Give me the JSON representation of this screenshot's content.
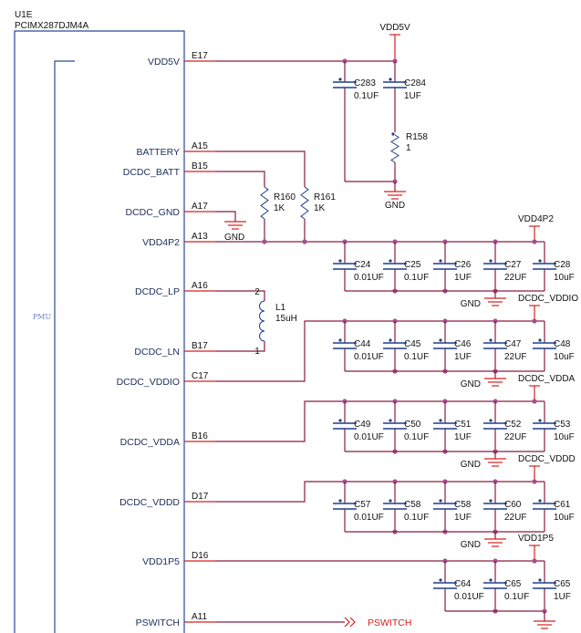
{
  "part": {
    "ref": "U1E",
    "name": "PCIMX287DJM4A",
    "section_label": "PMU"
  },
  "pins": [
    {
      "name": "VDD5V",
      "number": "E17"
    },
    {
      "name": "BATTERY",
      "number": "A15"
    },
    {
      "name": "DCDC_BATT",
      "number": "B15"
    },
    {
      "name": "DCDC_GND",
      "number": "A17"
    },
    {
      "name": "VDD4P2",
      "number": "A13"
    },
    {
      "name": "DCDC_LP",
      "number": "A16"
    },
    {
      "name": "DCDC_LN",
      "number": "B17"
    },
    {
      "name": "DCDC_VDDIO",
      "number": "C17"
    },
    {
      "name": "DCDC_VDDA",
      "number": "B16"
    },
    {
      "name": "DCDC_VDDD",
      "number": "D17"
    },
    {
      "name": "VDD1P5",
      "number": "D16"
    },
    {
      "name": "PSWITCH",
      "number": "A11"
    }
  ],
  "vdd5v_section": {
    "net": "VDD5V",
    "caps": [
      {
        "ref": "C283",
        "value": "0.1UF"
      },
      {
        "ref": "C284",
        "value": "1UF"
      }
    ],
    "resistor": {
      "ref": "R158",
      "value": "1"
    },
    "gnd": "GND"
  },
  "resistors": [
    {
      "ref": "R160",
      "value": "1K"
    },
    {
      "ref": "R161",
      "value": "1K"
    }
  ],
  "dcdc_gnd_label": "GND",
  "inductor": {
    "ref": "L1",
    "value": "15uH",
    "pin_top": "2",
    "pin_bottom": "1"
  },
  "banks": [
    {
      "net": "VDD4P2",
      "gnd": "GND",
      "caps": [
        {
          "ref": "C24",
          "value": "0.01UF"
        },
        {
          "ref": "C25",
          "value": "0.1UF"
        },
        {
          "ref": "C26",
          "value": "1UF"
        },
        {
          "ref": "C27",
          "value": "22UF"
        },
        {
          "ref": "C28",
          "value": "10uF"
        }
      ]
    },
    {
      "net": "DCDC_VDDIO",
      "gnd": "GND",
      "caps": [
        {
          "ref": "C44",
          "value": "0.01UF"
        },
        {
          "ref": "C45",
          "value": "0.1UF"
        },
        {
          "ref": "C46",
          "value": "1UF"
        },
        {
          "ref": "C47",
          "value": "22UF"
        },
        {
          "ref": "C48",
          "value": "10uF"
        }
      ]
    },
    {
      "net": "DCDC_VDDA",
      "gnd": "GND",
      "caps": [
        {
          "ref": "C49",
          "value": "0.01UF"
        },
        {
          "ref": "C50",
          "value": "0.1UF"
        },
        {
          "ref": "C51",
          "value": "1UF"
        },
        {
          "ref": "C52",
          "value": "22UF"
        },
        {
          "ref": "C53",
          "value": "10uF"
        }
      ]
    },
    {
      "net": "DCDC_VDDD",
      "gnd": "GND",
      "caps": [
        {
          "ref": "C57",
          "value": "0.01UF"
        },
        {
          "ref": "C58",
          "value": "0.1UF"
        },
        {
          "ref": "C58",
          "value": "1UF"
        },
        {
          "ref": "C60",
          "value": "22UF"
        },
        {
          "ref": "C61",
          "value": "10uF"
        }
      ]
    },
    {
      "net": "VDD1P5",
      "caps": [
        {
          "ref": "C64",
          "value": "0.01UF"
        },
        {
          "ref": "C65",
          "value": "0.1UF"
        },
        {
          "ref": "C65",
          "value": "1UF"
        }
      ]
    }
  ],
  "offpage": {
    "label": "PSWITCH"
  },
  "colors": {
    "wire": "#8a1c40",
    "junction": "#a4508c",
    "symbol": "#1f3f8a",
    "power": "#d42020",
    "pin_text": "#1c2d5a"
  }
}
